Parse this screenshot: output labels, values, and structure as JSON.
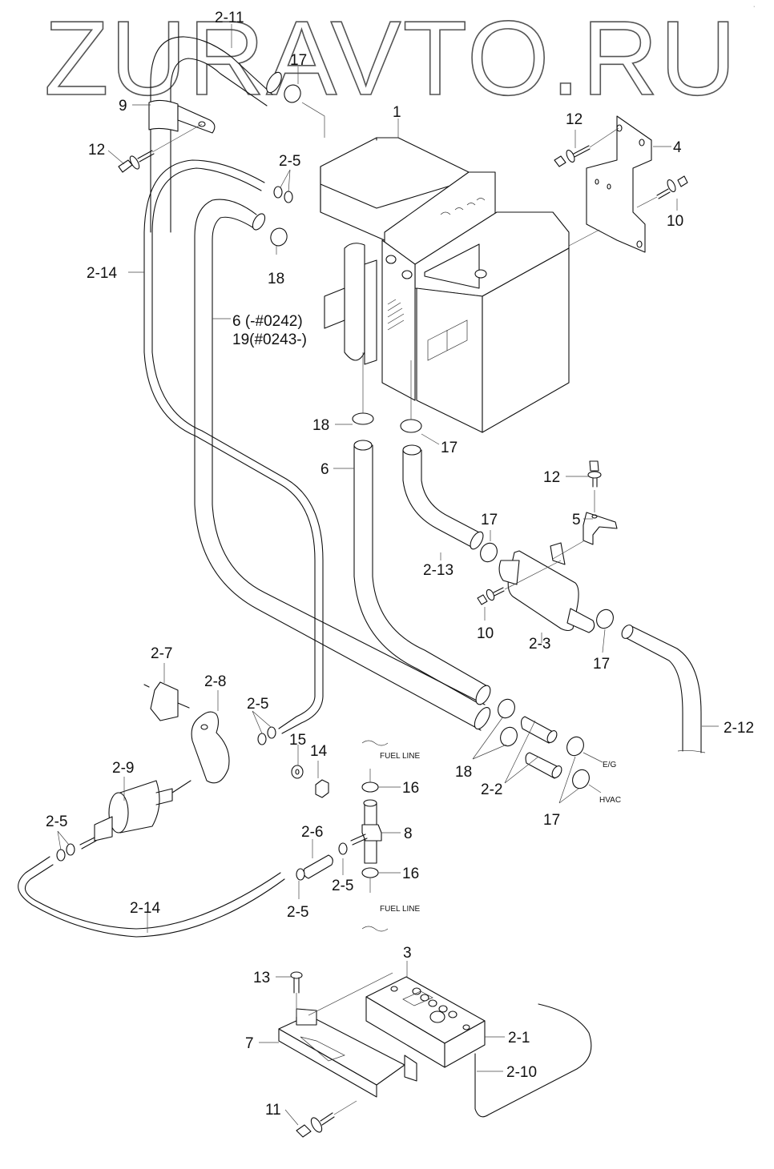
{
  "watermark": "ZURAVTO.RU",
  "corner_mark": "· ",
  "callouts": [
    {
      "id": "c-2-11",
      "text": "2-11"
    },
    {
      "id": "c-17-top",
      "text": "17"
    },
    {
      "id": "c-9",
      "text": "9"
    },
    {
      "id": "c-12-a",
      "text": "12"
    },
    {
      "id": "c-1",
      "text": "1"
    },
    {
      "id": "c-12-b",
      "text": "12"
    },
    {
      "id": "c-4",
      "text": "4"
    },
    {
      "id": "c-10-a",
      "text": "10"
    },
    {
      "id": "c-2-5-a",
      "text": "2-5"
    },
    {
      "id": "c-18-a",
      "text": "18"
    },
    {
      "id": "c-2-14-a",
      "text": "2-14"
    },
    {
      "id": "c-6-19-line1",
      "text": "6 (-#0242)"
    },
    {
      "id": "c-6-19-line2",
      "text": "19(#0243-)"
    },
    {
      "id": "c-18-b",
      "text": "18"
    },
    {
      "id": "c-17-b",
      "text": "17"
    },
    {
      "id": "c-6",
      "text": "6"
    },
    {
      "id": "c-12-c",
      "text": "12"
    },
    {
      "id": "c-5",
      "text": "5"
    },
    {
      "id": "c-17-c",
      "text": "17"
    },
    {
      "id": "c-2-13",
      "text": "2-13"
    },
    {
      "id": "c-10-b",
      "text": "10"
    },
    {
      "id": "c-2-3",
      "text": "2-3"
    },
    {
      "id": "c-17-d",
      "text": "17"
    },
    {
      "id": "c-2-12",
      "text": "2-12"
    },
    {
      "id": "c-2-7",
      "text": "2-7"
    },
    {
      "id": "c-2-8",
      "text": "2-8"
    },
    {
      "id": "c-2-5-b",
      "text": "2-5"
    },
    {
      "id": "c-15",
      "text": "15"
    },
    {
      "id": "c-14",
      "text": "14"
    },
    {
      "id": "c-18-c",
      "text": "18"
    },
    {
      "id": "c-2-2",
      "text": "2-2"
    },
    {
      "id": "c-17-e",
      "text": "17"
    },
    {
      "id": "c-2-9",
      "text": "2-9"
    },
    {
      "id": "c-16-a",
      "text": "16"
    },
    {
      "id": "c-8",
      "text": "8"
    },
    {
      "id": "c-2-5-c",
      "text": "2-5"
    },
    {
      "id": "c-2-6",
      "text": "2-6"
    },
    {
      "id": "c-2-5-d",
      "text": "2-5"
    },
    {
      "id": "c-2-5-e",
      "text": "2-5"
    },
    {
      "id": "c-16-b",
      "text": "16"
    },
    {
      "id": "c-2-14-b",
      "text": "2-14"
    },
    {
      "id": "c-3",
      "text": "3"
    },
    {
      "id": "c-13",
      "text": "13"
    },
    {
      "id": "c-2-1",
      "text": "2-1"
    },
    {
      "id": "c-7",
      "text": "7"
    },
    {
      "id": "c-2-10",
      "text": "2-10"
    },
    {
      "id": "c-11",
      "text": "11"
    }
  ],
  "notes": {
    "fuel_line_top": "FUEL LINE",
    "fuel_line_bottom": "FUEL LINE",
    "eg": "E/G",
    "hvac": "HVAC"
  }
}
